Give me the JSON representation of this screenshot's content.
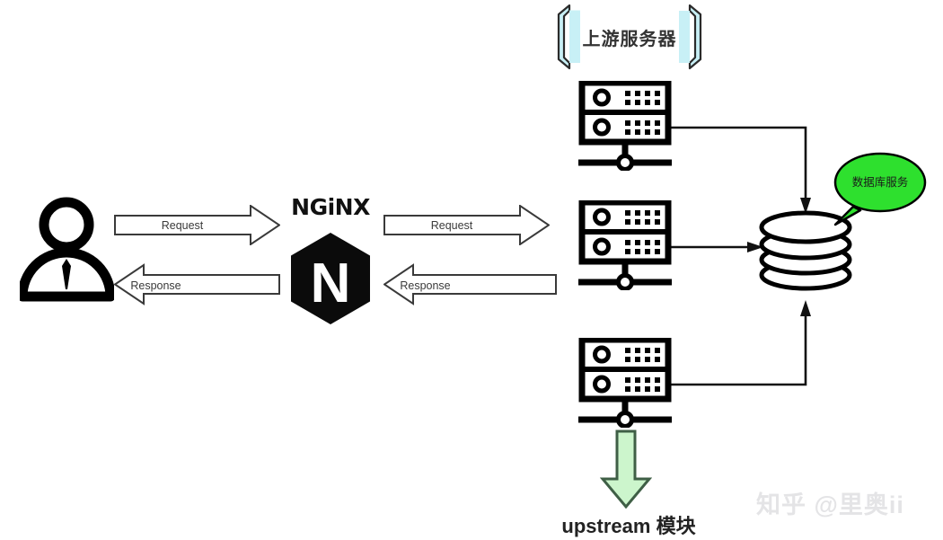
{
  "diagram": {
    "title_bracket": {
      "label": "上游服务器"
    },
    "client": {
      "icon": "user-person-icon"
    },
    "proxy": {
      "wordmark": "NGiNX",
      "logo_letter": "N"
    },
    "flows": [
      {
        "id": "client-to-nginx-request",
        "label": "Request",
        "direction": "right"
      },
      {
        "id": "nginx-to-client-response",
        "label": "Response",
        "direction": "left"
      },
      {
        "id": "nginx-to-upstream-request",
        "label": "Request",
        "direction": "right"
      },
      {
        "id": "upstream-to-nginx-response",
        "label": "Response",
        "direction": "left"
      }
    ],
    "upstream_servers": [
      {
        "id": "server-1",
        "icon": "server-rack-icon"
      },
      {
        "id": "server-2",
        "icon": "server-rack-icon"
      },
      {
        "id": "server-3",
        "icon": "server-rack-icon"
      }
    ],
    "database": {
      "icon": "database-cylinder-icon",
      "callout": {
        "label": "数据库服务",
        "fill": "#2ee02e",
        "stroke": "#000000"
      }
    },
    "upstream_module": {
      "label": "upstream 模块",
      "arrow_fill": "#ccf5cc",
      "arrow_stroke": "#3f5f46"
    },
    "watermark": {
      "text": "知乎 @里奥ii"
    },
    "colors": {
      "background": "#ffffff",
      "ink": "#000000",
      "arrow_stroke": "#3a3a3a",
      "bracket_fill": "#c8f0f6",
      "bracket_stroke": "#2b2b2b",
      "green": "#2ee02e",
      "light_green": "#ccf5cc"
    }
  }
}
